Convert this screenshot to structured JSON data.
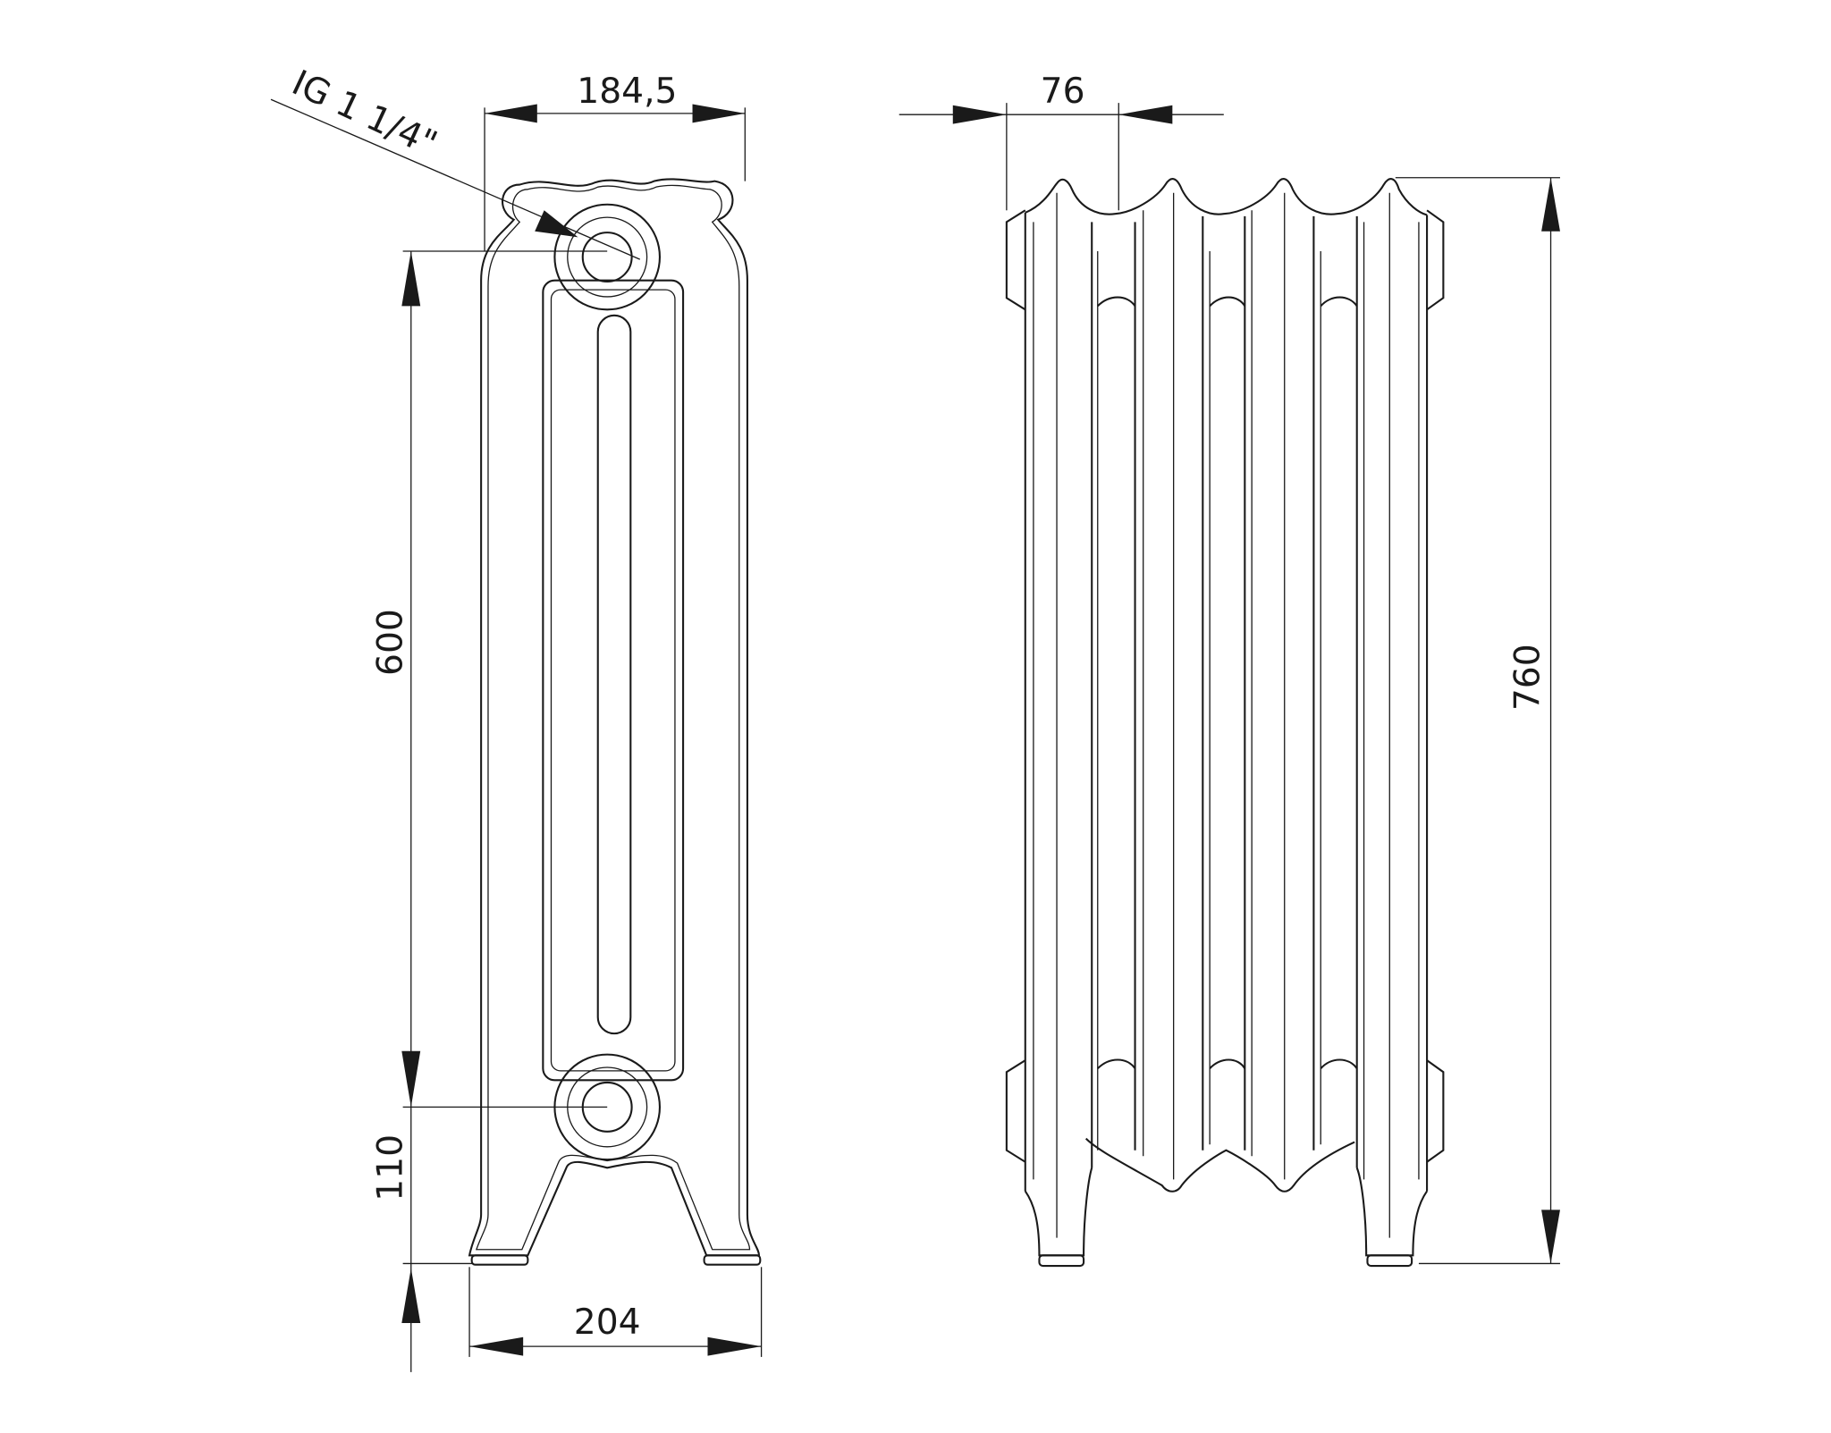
{
  "drawing": {
    "front_view": {
      "connection_label": "IG 1 1/4\"",
      "top_width": "184,5",
      "connection_spacing": "600",
      "bottom_offset": "110",
      "base_width": "204"
    },
    "side_view": {
      "section_pitch": "76",
      "total_height": "760"
    },
    "line_color": "#1a1a1a"
  }
}
